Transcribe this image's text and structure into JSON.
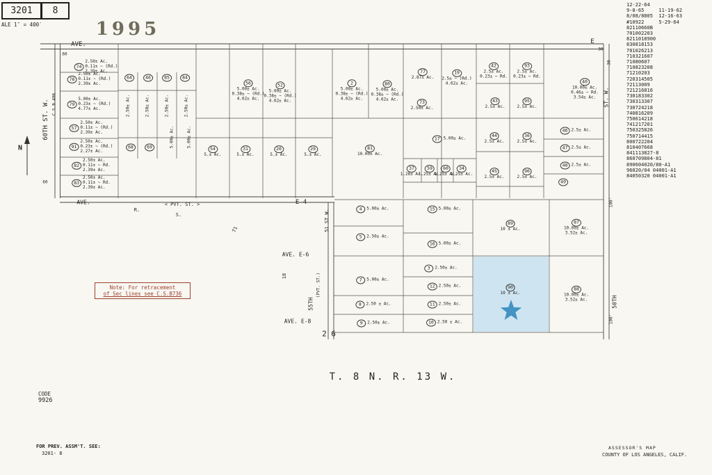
{
  "header": {
    "book": "3201",
    "page": "8",
    "scale": "ALE 1″ = 400′",
    "year": "1995"
  },
  "colors": {
    "highlight": "#cfe4f1",
    "star": "#4493c3",
    "note": "#9c3f2a"
  },
  "revisions": [
    "12-22-64",
    "9-8-65     11-19-62",
    "8/08/8805  12-16-63",
    "#10922     5-29-64",
    "82110660B",
    "701002203",
    "8211018900",
    "830818153",
    "701026213",
    "710321607",
    "71080607",
    "710823208",
    "71210203",
    "720314505",
    "72113009",
    "721216816",
    "730183302",
    "730313307",
    "730724218",
    "740816209",
    "750614218",
    "741217201",
    "750325826",
    "750714415",
    "800722204",
    "810407668",
    "841113827-8",
    "860709804-81",
    "890604020/80-A1",
    "96020/04 04001-A1",
    "84050320 04001-A1"
  ],
  "labels": {
    "ave_top": "AVE.",
    "e_top": "E",
    "n30_top": "30",
    "n30_edge": "30",
    "n60_top": "60",
    "n60_left": "60",
    "st_60th": "60TH   ST. W.",
    "csb": "C.S.B.496",
    "st_w_right": "ST. W.",
    "ave_e4_ave": "AVE.",
    "ave_e4_pvt": "< PVT. ST. >",
    "ave_e4": "E-4",
    "r": "R.",
    "s": "S.",
    "n71": "71",
    "n18": "18",
    "ave_e6": "AVE. E-6",
    "st_55": "55TH",
    "pvt_55": "(PVT. ST.)",
    "st_51": "51 ST W.",
    "ave_e8": "AVE. E-8",
    "n26": "2 6",
    "ft100_a": "100'",
    "ft100_b": "100'",
    "st_50": "50TH",
    "township": "T. 8 N.   R. 13 W.",
    "code_label": "CODE",
    "code_value": "9926",
    "prev_line1": "FOR PREV. ASSM'T. SEE:",
    "prev_line2": "3201- 8",
    "assessor_line1": "ASSESSOR'S MAP",
    "assessor_line2": "COUNTY OF LOS ANGELES, CALIF.",
    "note_line1": "Note: For retracement",
    "note_line2": "of Sec lines see C.S.B736",
    "north": "N",
    "rot_ac": "2.50± Ac.",
    "rot_ac5": "5.00± Ac."
  },
  "parcels": {
    "p74": {
      "num": "74",
      "l1": "2.50± Ac.",
      "l2": "0.11± ~ (Rd.)",
      "l3": "2.39± Ac."
    },
    "p78": {
      "num": "78",
      "l1": "2.50± Ac.",
      "l2": "0.11± ~ (Rd.)",
      "l3": "2.39± Ac."
    },
    "p79": {
      "num": "79",
      "l1": "5.00± Ac.",
      "l2": "0.23± ~ (Rd.)",
      "l3": "4.77± Ac."
    },
    "p57": {
      "num": "57",
      "l1": "2.50± Ac.",
      "l2": "0.11± ~ (Rd.)",
      "l3": "2.39± Ac."
    },
    "p91": {
      "num": "91",
      "l1": "2.50± Ac.",
      "l2": "0.23± ~ (Rd.)",
      "l3": "2.27± Ac."
    },
    "p82": {
      "num": "82",
      "l1": "2.50± Ac.",
      "l2": "0.11± ~ Rd.",
      "l3": "2.39± Ac."
    },
    "p83": {
      "num": "83",
      "l1": "2.50± Ac.",
      "l2": "0.11± ~ Rd.",
      "l3": "2.39± Ac."
    },
    "p64": {
      "num": "64"
    },
    "p46a": {
      "num": "46"
    },
    "p85": {
      "num": "85"
    },
    "p84": {
      "num": "84"
    },
    "p68": {
      "num": "68"
    },
    "p69": {
      "num": "69"
    },
    "p49": {
      "num": "49"
    },
    "p54": {
      "num": "54",
      "l1": "5.± Ac."
    },
    "p31": {
      "num": "31",
      "l1": "5.± Ac."
    },
    "p20": {
      "num": "20",
      "l1": "5.± Ac."
    },
    "p29": {
      "num": "29",
      "l1": "5.± Ac."
    },
    "p56": {
      "num": "56",
      "l1": "5.00± Ac.",
      "l2": "0.38± ~ (Rd.)",
      "l3": "4.62± Ac."
    },
    "p52": {
      "num": "52",
      "l1": "5.00± Ac.",
      "l2": "0.38± ~ (Rd.)",
      "l3": "4.62± Ac."
    },
    "p2": {
      "num": "2",
      "l1": "5.00± Ac.",
      "l2": "0.38± ~ (Rd.)",
      "l3": "4.62± Ac."
    },
    "p80": {
      "num": "80",
      "l1": "5.00± Ac.",
      "l2": "0.38± ~ (Rd.)",
      "l3": "4.62± Ac."
    },
    "p77": {
      "num": "77",
      "l1": "2.87± Ac."
    },
    "p19": {
      "num": "19",
      "l1": "2.5± ~ (Rd.)",
      "l2": "4.62± Ac."
    },
    "p42": {
      "num": "42",
      "l1": "2.5± Ac.",
      "l2": "0.23± ~ Rd."
    },
    "p93": {
      "num": "93",
      "l1": "2.5± Ac.",
      "l2": "0.23± ~ Rd."
    },
    "p40": {
      "num": "40",
      "l1": "10.00± Ac.",
      "l2": "0.46± ~ Rd.",
      "l3": "3.54± Ac."
    },
    "p43": {
      "num": "43",
      "l1": "2.5± Ac."
    },
    "p95": {
      "num": "95",
      "l1": "2.5± Ac."
    },
    "p73": {
      "num": "73",
      "l1": "2.50± Ac."
    },
    "p17": {
      "num": "17",
      "l1": "5.00± Ac."
    },
    "p44": {
      "num": "44",
      "l1": "2.5± Ac."
    },
    "p36": {
      "num": "36",
      "l1": "2.5± Ac."
    },
    "p45": {
      "num": "45",
      "l1": "2.5± Ac."
    },
    "p96": {
      "num": "96",
      "l1": "2.5± Ac."
    },
    "p46b": {
      "num": "46",
      "l1": "2.5± Ac."
    },
    "p47": {
      "num": "47",
      "l1": "2.5± Ac."
    },
    "p48": {
      "num": "48",
      "l1": "2.5± Ac."
    },
    "p81": {
      "num": "81",
      "l1": "10.00± Ac."
    },
    "p37": {
      "num": "37",
      "l1": "1.26± Ac."
    },
    "p59": {
      "num": "59",
      "l1": "1.25± Ac."
    },
    "p60": {
      "num": "60",
      "l1": "1.25± Ac."
    },
    "p34": {
      "num": "34",
      "l1": "1.25± Ac."
    },
    "p4": {
      "num": "4",
      "l1": "5.00± Ac."
    },
    "p15": {
      "num": "15",
      "l1": "5.00± Ac."
    },
    "p5": {
      "num": "5",
      "l1": "2.50± Ac."
    },
    "p16": {
      "num": "16",
      "l1": "5.00± Ac."
    },
    "p3": {
      "num": "3",
      "l1": "2.50± Ac."
    },
    "p7": {
      "num": "7",
      "l1": "5.00± Ac."
    },
    "p12": {
      "num": "12",
      "l1": "2.50± Ac."
    },
    "p8": {
      "num": "8",
      "l1": "2.50 ± Ac."
    },
    "p11": {
      "num": "11",
      "l1": "2.50± Ac."
    },
    "p9": {
      "num": "9",
      "l1": "2.50± Ac."
    },
    "p10": {
      "num": "10",
      "l1": "2.50 ± Ac."
    },
    "p89": {
      "num": "89",
      "l1": "10 ± Ac."
    },
    "p90": {
      "num": "90",
      "l1": "10 ± Ac."
    },
    "p87": {
      "num": "87",
      "l1": "10.00± Ac.",
      "l2": "3.52± Ac."
    },
    "p88": {
      "num": "88",
      "l1": "10.00± Ac.",
      "l2": "3.52± Ac."
    }
  }
}
